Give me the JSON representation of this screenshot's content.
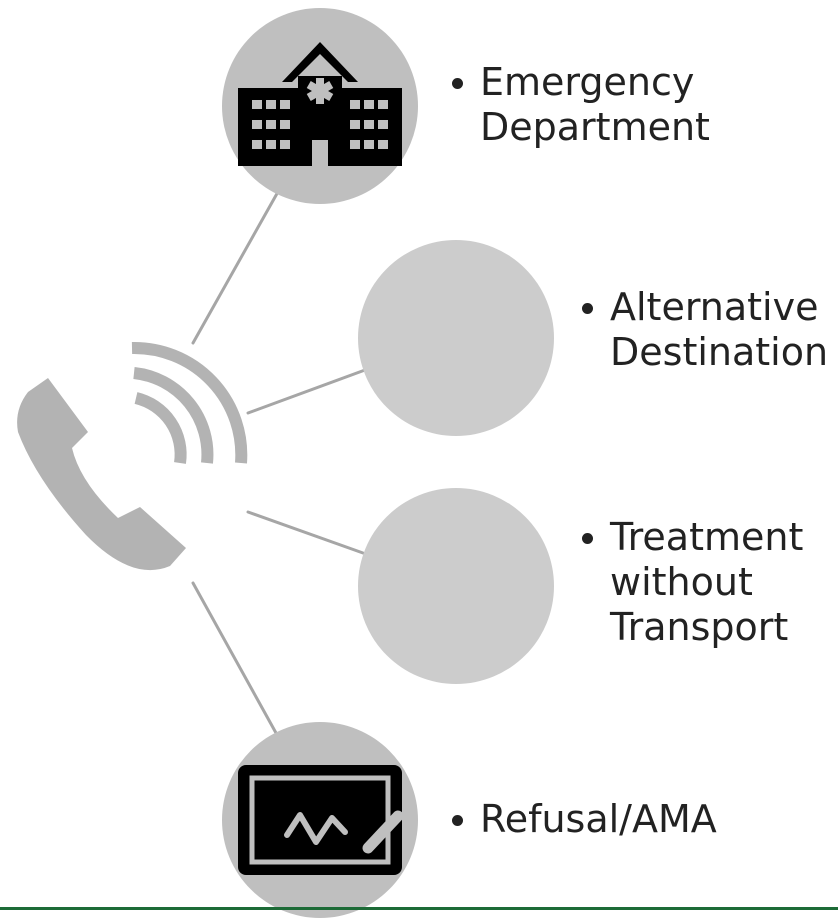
{
  "diagram": {
    "colors": {
      "circle_top": "#bfbfbf",
      "circle_middle": "#cccccc",
      "connector": "#a6a6a6",
      "phone": "#b3b3b3",
      "icon": "#000000",
      "text": "#222222",
      "footer_rule": "#1d6b37"
    },
    "center_icon": "phone-ringing-icon",
    "items": [
      {
        "id": "emergency-department",
        "icon": "hospital-icon",
        "lines": [
          "Emergency",
          "Department"
        ]
      },
      {
        "id": "alternative-destination",
        "icon": "",
        "lines": [
          "Alternative",
          "Destination"
        ]
      },
      {
        "id": "treatment-without-transport",
        "icon": "",
        "lines": [
          "Treatment",
          "without",
          "Transport"
        ]
      },
      {
        "id": "refusal-ama",
        "icon": "signature-pad-icon",
        "lines": [
          "Refusal/AMA"
        ]
      }
    ]
  }
}
